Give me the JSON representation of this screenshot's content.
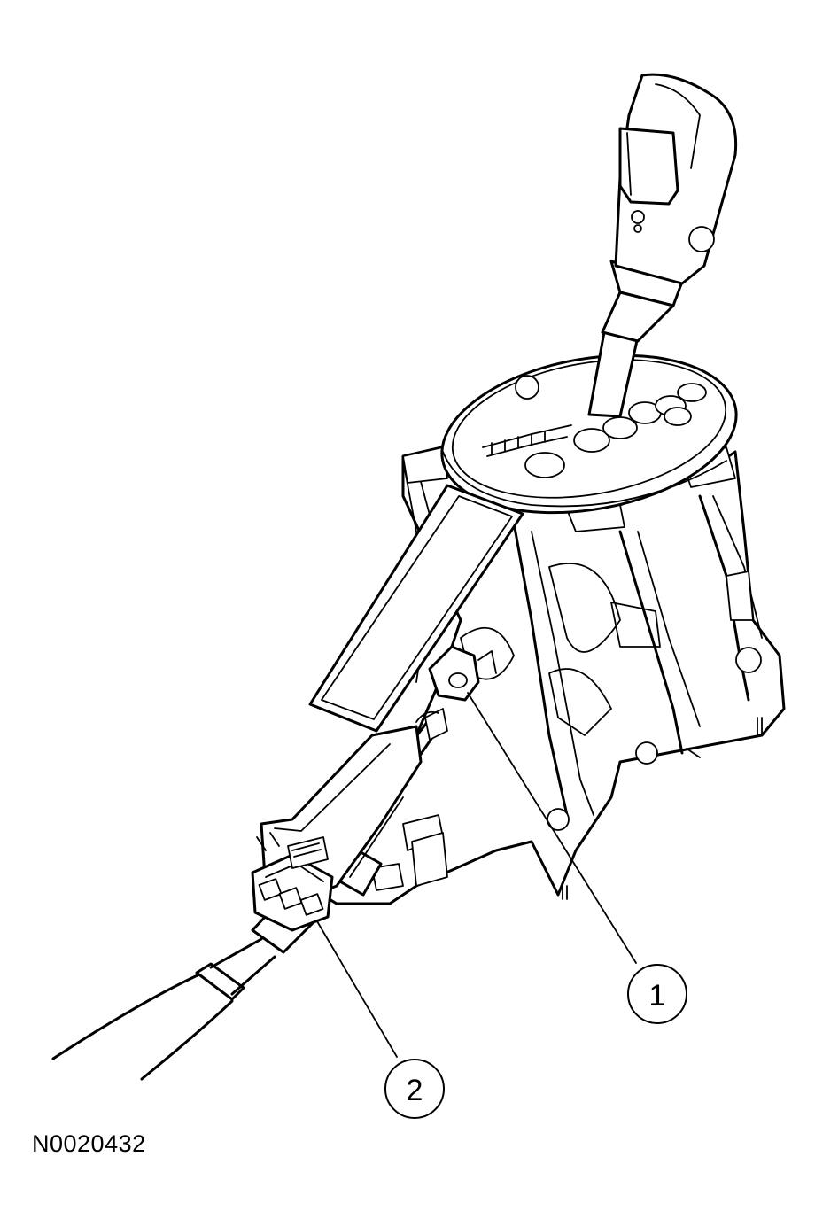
{
  "callouts": [
    {
      "label": "1"
    },
    {
      "label": "2"
    }
  ],
  "figure_id": "N0020432",
  "colors": {
    "line": "#000000",
    "background": "#ffffff"
  }
}
